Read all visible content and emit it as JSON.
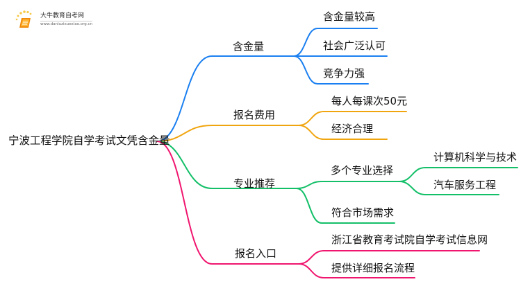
{
  "watermark": {
    "title": "大牛教育自考网",
    "url": "www.daniuzixuexiao.org.cn",
    "icon": "book-icon"
  },
  "mindmap": {
    "root": "宁波工程学院自学考试文凭含金量",
    "branches": [
      {
        "label": "含金量",
        "color": "#1a7ff0",
        "children": [
          {
            "label": "含金量较高"
          },
          {
            "label": "社会广泛认可"
          },
          {
            "label": "竞争力强"
          }
        ]
      },
      {
        "label": "报名费用",
        "color": "#f0a50f",
        "children": [
          {
            "label": "每人每课次50元"
          },
          {
            "label": "经济合理"
          }
        ]
      },
      {
        "label": "专业推荐",
        "color": "#13bf68",
        "children": [
          {
            "label": "多个专业选择",
            "children": [
              {
                "label": "计算机科学与技术"
              },
              {
                "label": "汽车服务工程"
              }
            ]
          },
          {
            "label": "符合市场需求"
          }
        ]
      },
      {
        "label": "报名入口",
        "color": "#f0156e",
        "children": [
          {
            "label": "浙江省教育考试院自学考试信息网"
          },
          {
            "label": "提供详细报名流程"
          }
        ]
      }
    ]
  }
}
